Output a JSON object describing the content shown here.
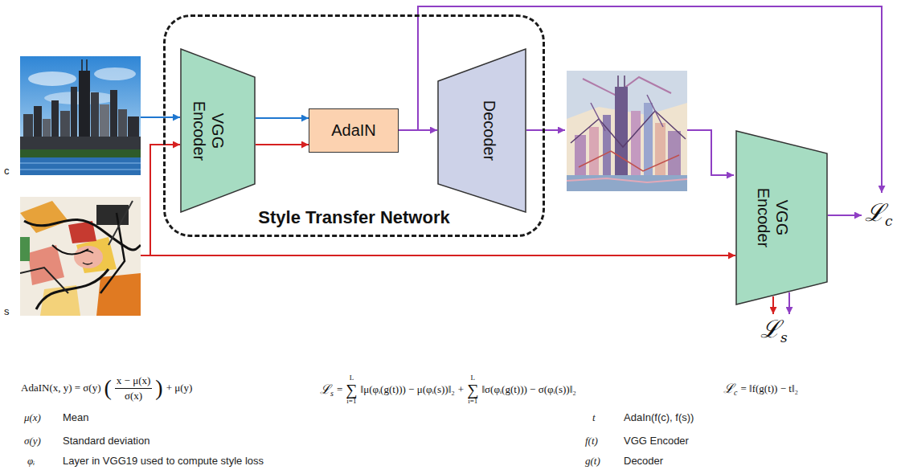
{
  "diagram": {
    "nodes": [
      {
        "text": [
          "c"
        ]
      },
      {
        "text": [
          "s"
        ]
      },
      {
        "text": [
          "Style Transfer Network"
        ]
      },
      {
        "text": [
          "VGG Encoder"
        ],
        "in": 2
      },
      {
        "text": [
          "AdaIN"
        ],
        "in": 2
      },
      {
        "text": [
          "Decoder"
        ],
        "in": 2
      },
      {
        "text": [
          "VGG Encoder"
        ]
      }
    ],
    "edges": [
      {
        "from": 0,
        "to": 3,
        "arrow": "to"
      },
      {
        "from": 1,
        "to": 3,
        "arrow": "to"
      },
      {
        "from": 3,
        "to": 4,
        "arrow": "to"
      },
      {
        "from": 3,
        "to": 4,
        "arrow": "to"
      },
      {
        "from": 4,
        "to": 5,
        "arrow": "to"
      },
      {
        "from": 1,
        "to": 6,
        "arrow": "to"
      }
    ],
    "labels": [
      "ℒ",
      "c",
      "ℒ",
      "s",
      "AdaIN(x, y) = σ(y)",
      "(",
      "x − μ(x)",
      "σ(x)",
      ")",
      "+ μ(y)",
      "ℒ",
      "s",
      "=",
      "L",
      "∑",
      "i=1",
      "‖μ(φᵢ(g(t))) − μ(φᵢ(s))‖₂",
      "+",
      "L",
      "∑",
      "i=1",
      "‖σ(φᵢ(g(t))) − σ(φᵢ(s))‖₂",
      "ℒ",
      "c",
      "= ‖f(g(t)) − t‖₂",
      "μ(x)",
      "Mean",
      "σ(y)",
      "Standard deviation",
      "φᵢ",
      "Layer in VGG19 used to compute style loss",
      "t",
      "AdaIn(f(c), f(s))",
      "f(t)",
      "VGG Encoder",
      "g(t)",
      "Decoder"
    ]
  }
}
